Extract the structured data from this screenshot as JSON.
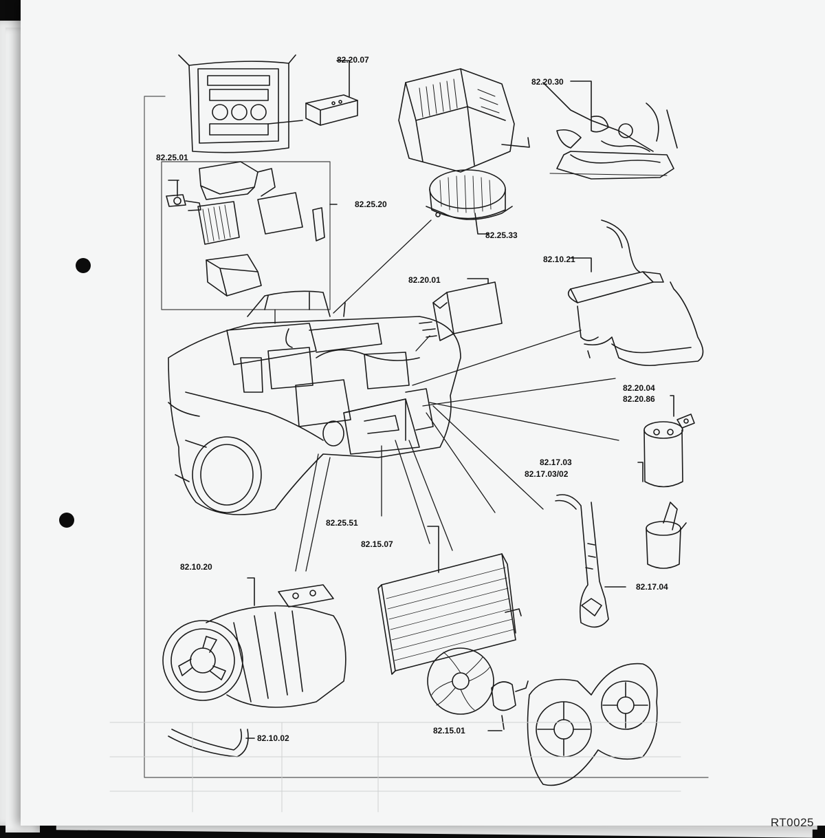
{
  "page": {
    "header_faint": "",
    "plate_id": "RT0025"
  },
  "callouts": [
    {
      "id": "c1",
      "text": "82.20.07"
    },
    {
      "id": "c2",
      "text": "82.20.30"
    },
    {
      "id": "c3",
      "text": "82.25.01"
    },
    {
      "id": "c4",
      "text": "82.25.20"
    },
    {
      "id": "c5",
      "text": "82.25.33"
    },
    {
      "id": "c6",
      "text": "82.10.21"
    },
    {
      "id": "c7",
      "text": "82.20.01"
    },
    {
      "id": "c8",
      "text": "82.20.04"
    },
    {
      "id": "c9",
      "text": "82.20.86"
    },
    {
      "id": "c10",
      "text": "82.17.03"
    },
    {
      "id": "c11",
      "text": "82.17.03/02"
    },
    {
      "id": "c12",
      "text": "82.25.51"
    },
    {
      "id": "c13",
      "text": "82.15.07"
    },
    {
      "id": "c14",
      "text": "82.10.20"
    },
    {
      "id": "c15",
      "text": "82.17.04"
    },
    {
      "id": "c16",
      "text": "82.10.02"
    },
    {
      "id": "c17",
      "text": "82.15.01"
    }
  ]
}
